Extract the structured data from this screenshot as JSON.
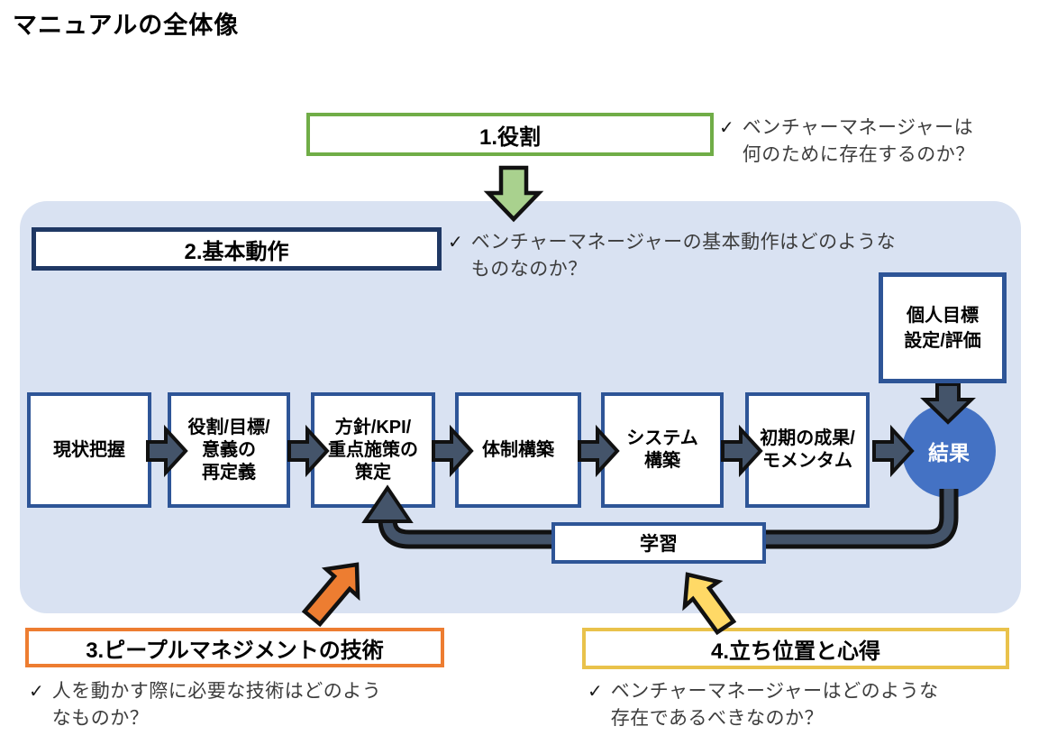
{
  "title": "マニュアルの全体像",
  "check": "✓",
  "sections": {
    "role": {
      "label": "1.役割",
      "note": "ベンチャーマネージャーは\n何のために存在するのか？"
    },
    "basic": {
      "label": "2.基本動作",
      "note": "ベンチャーマネージャーの基本動作はどのような\nものなのか？"
    },
    "people": {
      "label": "3.ピープルマネジメントの技術",
      "note": "人を動かす際に必要な技術はどのよう\nなものか？"
    },
    "stance": {
      "label": "4.立ち位置と心得",
      "note": "ベンチャーマネージャーはどのような\n存在であるべきなのか？"
    }
  },
  "flow": {
    "steps": [
      "現状把握",
      "役割/目標/\n意義の\n再定義",
      "方針/KPI/\n重点施策の\n策定",
      "体制構築",
      "システム\n構築",
      "初期の成果/\nモメンタム"
    ],
    "result": "結果",
    "personal_goal": "個人目標\n設定/評価",
    "learning": "学習"
  },
  "colors": {
    "panel_bg": "#D9E2F2",
    "green_border": "#70AD47",
    "green_arrow": "#A9D18E",
    "navy_border": "#1F3864",
    "blue_border": "#2E5597",
    "slate_arrow": "#44546A",
    "result_circle": "#4472C4",
    "orange": "#ED7D31",
    "gold_border": "#E9C24B",
    "gold_arrow": "#FFD966"
  }
}
